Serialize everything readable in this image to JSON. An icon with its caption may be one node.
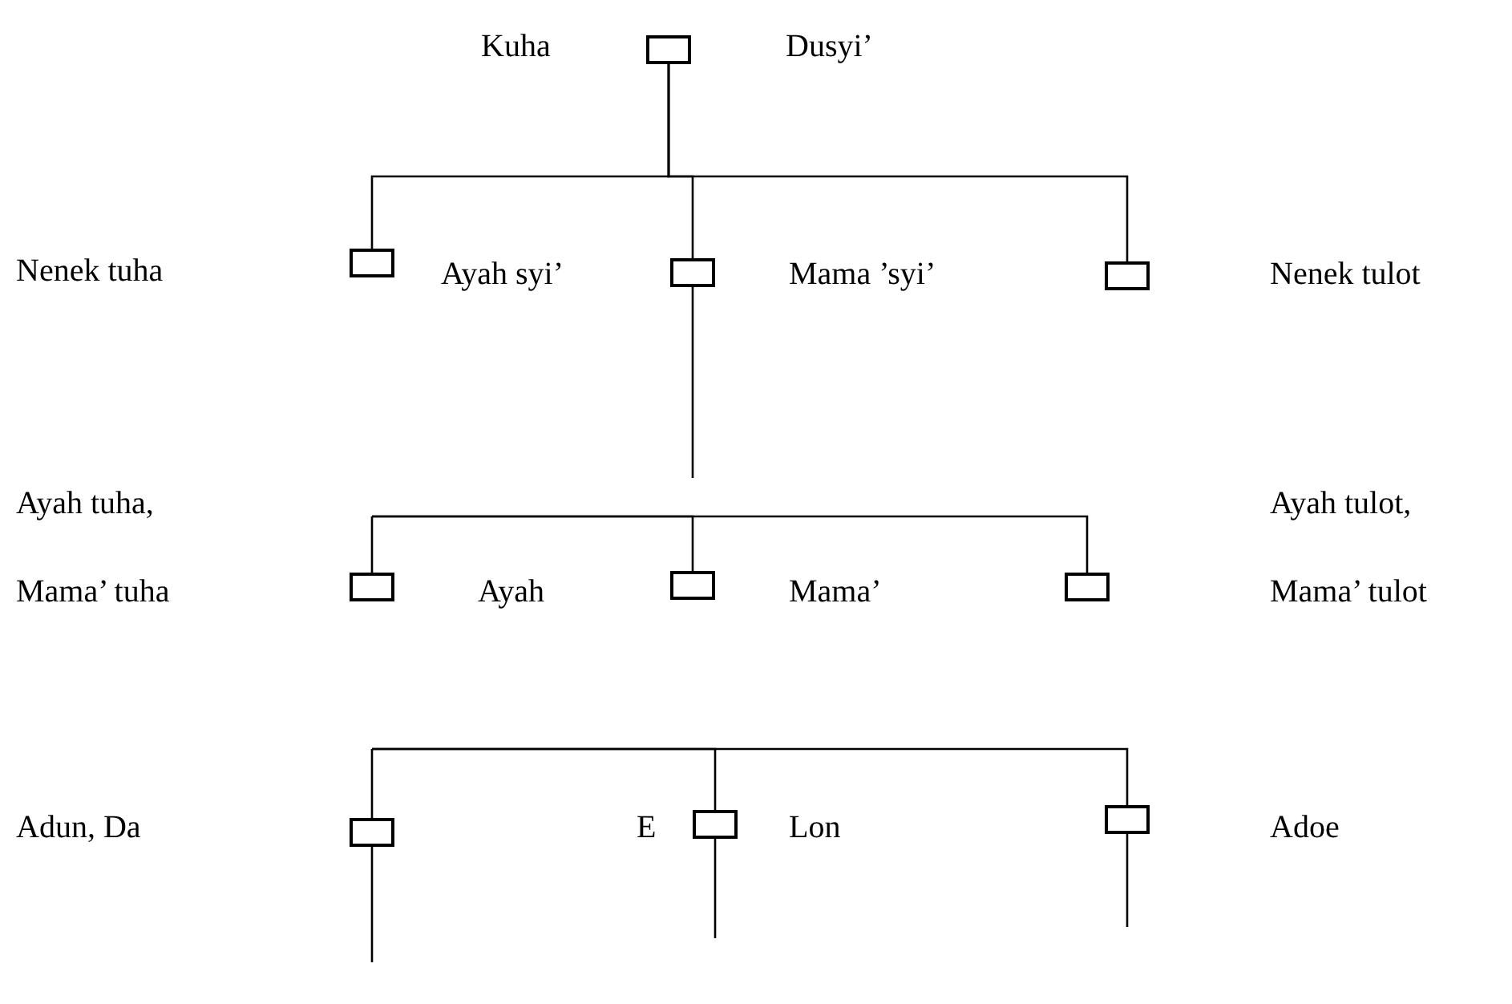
{
  "diagram": {
    "nodes": [
      {
        "text": [],
        "shape": "box"
      },
      {
        "text": [],
        "shape": "box"
      },
      {
        "text": [],
        "shape": "box"
      },
      {
        "text": [],
        "shape": "box"
      },
      {
        "text": [],
        "shape": "box"
      },
      {
        "text": [],
        "shape": "box"
      },
      {
        "text": [],
        "shape": "box"
      },
      {
        "text": [],
        "shape": "box"
      },
      {
        "text": [],
        "shape": "box"
      },
      {
        "text": [],
        "shape": "box"
      }
    ],
    "edges": [
      {
        "from": 0,
        "to": 1,
        "arrow": "none"
      },
      {
        "from": 0,
        "to": 2,
        "arrow": "none"
      },
      {
        "from": 0,
        "to": 3,
        "arrow": "none"
      },
      {
        "from": 2,
        "to": null,
        "arrow": "none"
      },
      {
        "from": null,
        "to": 4,
        "arrow": "none"
      },
      {
        "from": null,
        "to": 5,
        "arrow": "none"
      },
      {
        "from": null,
        "to": 6,
        "arrow": "none"
      },
      {
        "from": null,
        "to": 7,
        "arrow": "none"
      },
      {
        "from": null,
        "to": 8,
        "arrow": "none"
      },
      {
        "from": null,
        "to": 9,
        "arrow": "none"
      },
      {
        "from": 7,
        "to": null,
        "arrow": "none"
      },
      {
        "from": 8,
        "to": null,
        "arrow": "none"
      },
      {
        "from": 9,
        "to": null,
        "arrow": "none"
      }
    ],
    "labels": [
      "Kuha",
      "Dusyi’",
      "Nenek tuha",
      "Ayah syi’",
      "Mama ’syi’",
      "Nenek tulot",
      "Ayah tuha,",
      "Ayah tulot,",
      "Mama’ tuha",
      "Ayah",
      "Mama’",
      "Mama’ tulot",
      "Adun, Da",
      "E",
      "Lon",
      "Adoe"
    ]
  }
}
